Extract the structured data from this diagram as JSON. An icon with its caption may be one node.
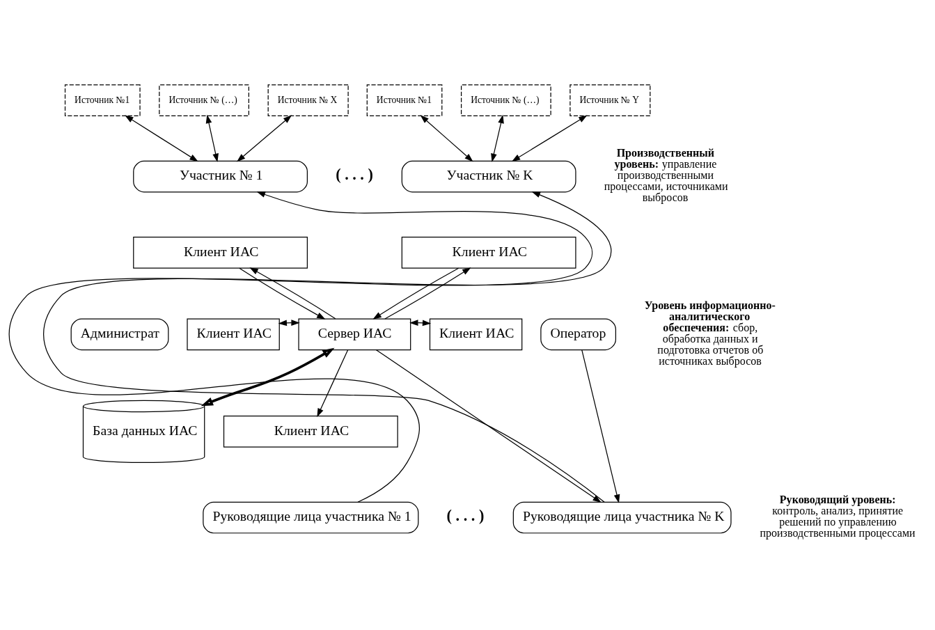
{
  "diagram": {
    "nodes": [
      {
        "text": [
          "Источник №1"
        ]
      },
      {
        "text": [
          "Источник № (…)"
        ]
      },
      {
        "text": [
          "Источник № X"
        ]
      },
      {
        "text": [
          "Источник №1"
        ]
      },
      {
        "text": [
          "Источник № (…)"
        ]
      },
      {
        "text": [
          "Источник № Y"
        ]
      },
      {
        "text": [
          "Участник № 1"
        ]
      },
      {
        "text": [
          "Клиент ИАС"
        ]
      },
      {
        "text": [
          "Участник № K"
        ]
      },
      {
        "text": [
          "Клиент ИАС"
        ]
      },
      {
        "text": [
          "Администрат"
        ]
      },
      {
        "text": [
          "Клиент ИАС"
        ]
      },
      {
        "text": [
          "Сервер ИАС"
        ]
      },
      {
        "text": [
          "Клиент ИАС"
        ]
      },
      {
        "text": [
          "Оператор"
        ]
      },
      {
        "text": [
          "База данных ИАС"
        ]
      },
      {
        "text": [
          "Клиент ИАС"
        ]
      },
      {
        "text": [
          "Руководящие лица участника № 1"
        ]
      },
      {
        "text": [
          "Руководящие лица участника № K"
        ]
      }
    ],
    "edges": [
      {
        "from": 0,
        "to": 6,
        "arrow": "both"
      },
      {
        "from": 1,
        "to": 6,
        "arrow": "both"
      },
      {
        "from": 2,
        "to": 6,
        "arrow": "both"
      },
      {
        "from": 3,
        "to": 8,
        "arrow": "both"
      },
      {
        "from": 4,
        "to": 8,
        "arrow": "both"
      },
      {
        "from": 5,
        "to": 8,
        "arrow": "both"
      },
      {
        "from": 12,
        "to": 7,
        "arrow": "to"
      },
      {
        "from": 7,
        "to": 12,
        "arrow": "to"
      },
      {
        "from": 9,
        "to": 12,
        "arrow": "to"
      },
      {
        "from": 12,
        "to": 9,
        "arrow": "to"
      },
      {
        "from": 11,
        "to": 12,
        "arrow": "both"
      },
      {
        "from": 12,
        "to": 13,
        "arrow": "both"
      },
      {
        "from": 12,
        "to": 15,
        "arrow": "both",
        "style": "thick"
      },
      {
        "from": 12,
        "to": 16,
        "arrow": "to"
      },
      {
        "from": 12,
        "to": 18,
        "arrow": "to"
      },
      {
        "from": 14,
        "to": 18,
        "arrow": "to"
      },
      {
        "from": 17,
        "to": 6,
        "arrow": "to"
      },
      {
        "from": 18,
        "to": 8,
        "arrow": "to"
      }
    ],
    "labels": [
      "**Производственный уровень:** управление производственными процессами, источниками выбросов",
      "( . . . )",
      "**Уровень информационно-аналитического обеспечения:** сбор, обработка данных и подготовка отчетов об источниках выбросов",
      "( . . . )",
      "**Руководящий уровень:** контроль, анализ, принятие решений по управлению производственными процессами"
    ]
  }
}
